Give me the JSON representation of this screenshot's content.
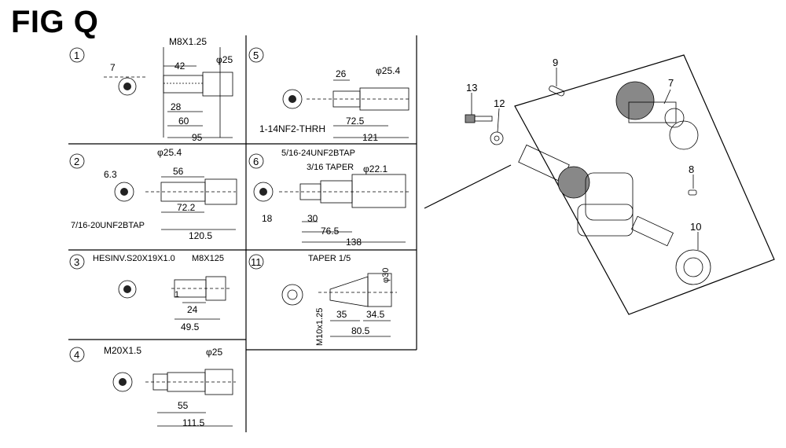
{
  "title": "FIG Q",
  "variants": [
    {
      "id": "1",
      "labels": [
        "M8X1.25",
        "42",
        "φ25",
        "7",
        "28",
        "60",
        "95"
      ]
    },
    {
      "id": "2",
      "labels": [
        "φ25.4",
        "6.3",
        "56",
        "7/16-20UNF2BTAP",
        "72.2",
        "120.5"
      ]
    },
    {
      "id": "3",
      "labels": [
        "HESINV.S20X19X1.0",
        "M8X125",
        "24",
        "49.5",
        "1"
      ]
    },
    {
      "id": "4",
      "labels": [
        "M20X1.5",
        "φ25",
        "55",
        "111.5"
      ]
    },
    {
      "id": "5",
      "labels": [
        "26",
        "φ25.4",
        "72.5",
        "121",
        "1-14NF2-THRH"
      ]
    },
    {
      "id": "6",
      "labels": [
        "5/16-24UNF2BTAP",
        "3/16 TAPER",
        "φ22.1",
        "18",
        "30",
        "76.5",
        "138"
      ]
    },
    {
      "id": "11",
      "labels": [
        "TAPER 1/5",
        "φ30",
        "M10x1.25",
        "35",
        "34.5",
        "80.5"
      ]
    }
  ],
  "parts": [
    "13",
    "12",
    "9",
    "7",
    "8",
    "10"
  ]
}
